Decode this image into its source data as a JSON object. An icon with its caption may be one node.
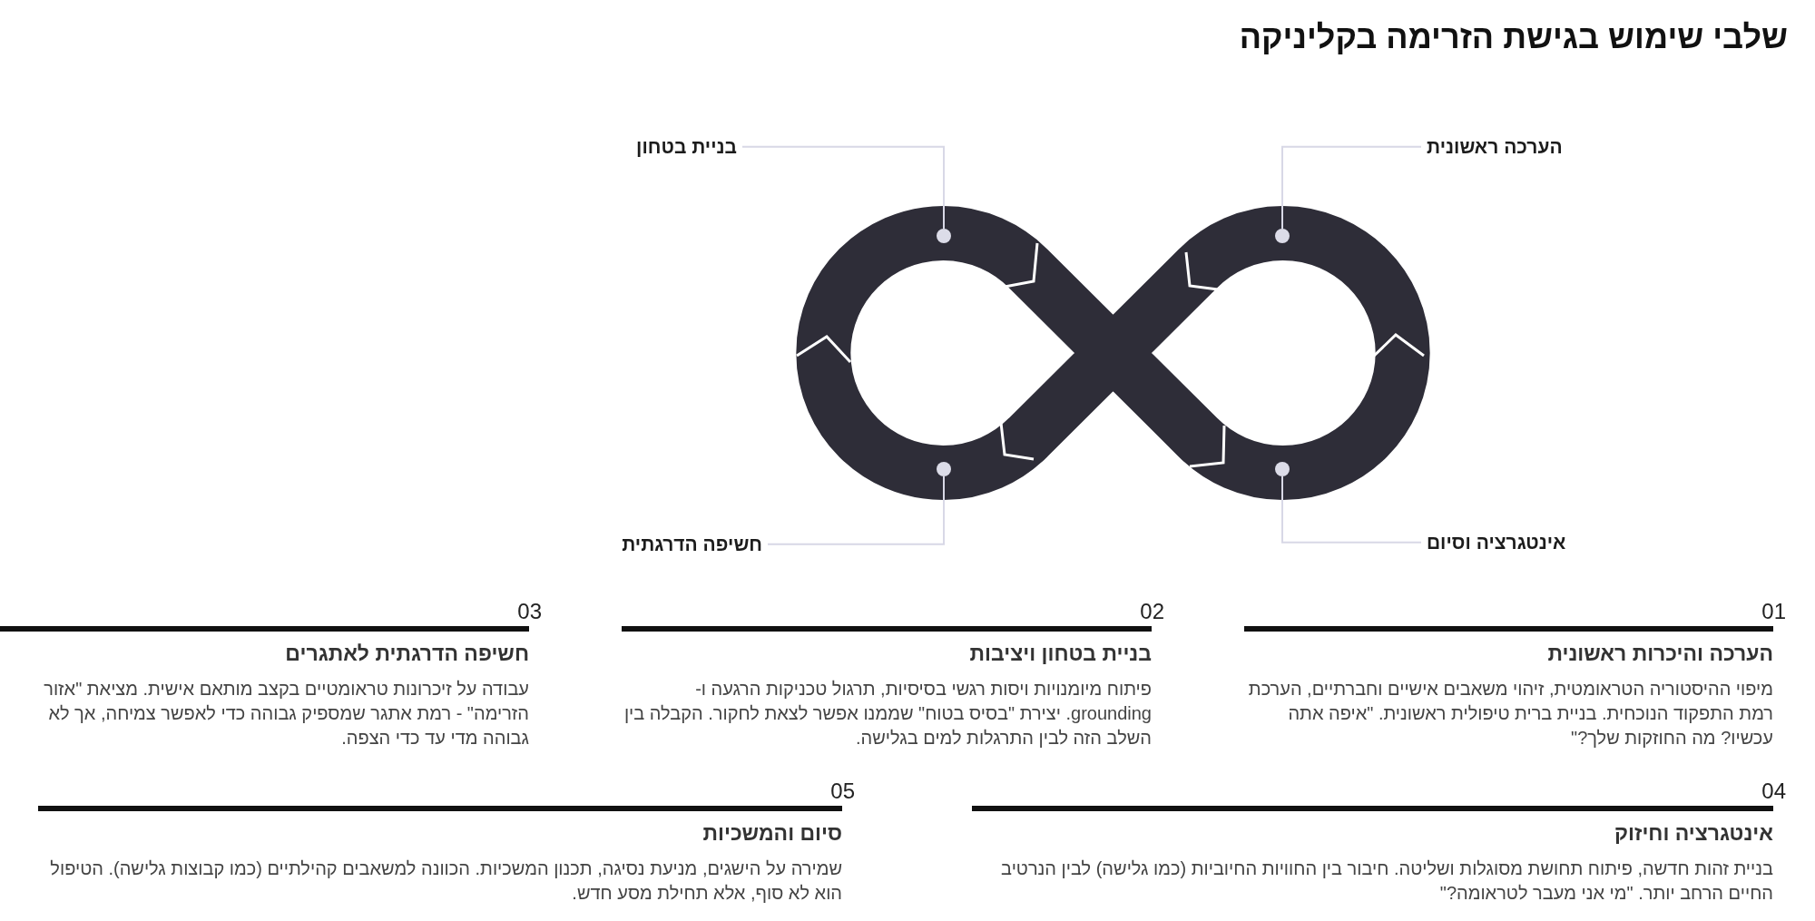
{
  "diagram": {
    "title": "שלבי שימוש בגישת הזרימה בקליניקה",
    "nodes": [
      {
        "text": [
          "הערכה ראשונית"
        ]
      },
      {
        "text": [
          "בניית בטחון"
        ]
      },
      {
        "text": [],
        "shape": "circle"
      },
      {
        "text": [],
        "shape": "circle"
      },
      {
        "text": [],
        "shape": "circle"
      },
      {
        "text": [],
        "shape": "circle"
      },
      {
        "text": [
          "חשיפה הדרגתית"
        ]
      },
      {
        "text": [
          "אינטגרציה וסיום"
        ]
      },
      {
        "text": [
          "הערכה והיכרות ראשונית",
          "מיפוי ההיסטוריה הטראומטית, זיהוי משאבים אישיים וחברתיים, הערכת רמת התפקוד הנוכחית. בניית ברית טיפולית ראשונית. \"איפה אתה עכשיו? מה החוזקות שלך?\""
        ],
        "beside": [
          "01"
        ]
      },
      {
        "text": [
          "בניית בטחון ויציבות",
          "פיתוח מיומנויות ויסות רגשי בסיסיות, תרגול טכניקות הרגעה ו-grounding. יצירת \"בסיס בטוח\" שממנו אפשר לצאת לחקור. הקבלה בין השלב הזה לבין התרגלות למים בגלישה."
        ],
        "beside": [
          "02"
        ]
      },
      {
        "text": [
          "חשיפה הדרגתית לאתגרים",
          "עבודה על זיכרונות טראומטיים בקצב מותאם אישית. מציאת \"אזור הזרימה\" - רמת אתגר שמספיק גבוהה כדי לאפשר צמיחה, אך לא גבוהה מדי עד כדי הצפה."
        ],
        "beside": [
          "03"
        ]
      },
      {
        "text": [
          "אינטגרציה וחיזוק",
          "בניית זהות חדשה, פיתוח תחושת מסוגלות ושליטה. חיבור בין החוויות החיוביות (כמו גלישה) לבין הנרטיב החיים הרחב יותר. \"מי אני מעבר לטראומה?\""
        ],
        "beside": [
          "04"
        ]
      },
      {
        "text": [
          "סיום והמשכיות",
          "שמירה על הישגים, מניעת נסיגה, תכנון המשכיות. הכוונה למשאבים קהילתיים (כמו קבוצות גלישה). הטיפול הוא לא סוף, אלא תחילת מסע חדש."
        ],
        "beside": [
          "05"
        ]
      }
    ],
    "edges": [
      {
        "from": 0,
        "to": 3,
        "arrow": "none"
      },
      {
        "from": 1,
        "to": 2,
        "arrow": "none"
      },
      {
        "from": 6,
        "to": 4,
        "arrow": "none"
      },
      {
        "from": 7,
        "to": 5,
        "arrow": "none"
      }
    ]
  }
}
